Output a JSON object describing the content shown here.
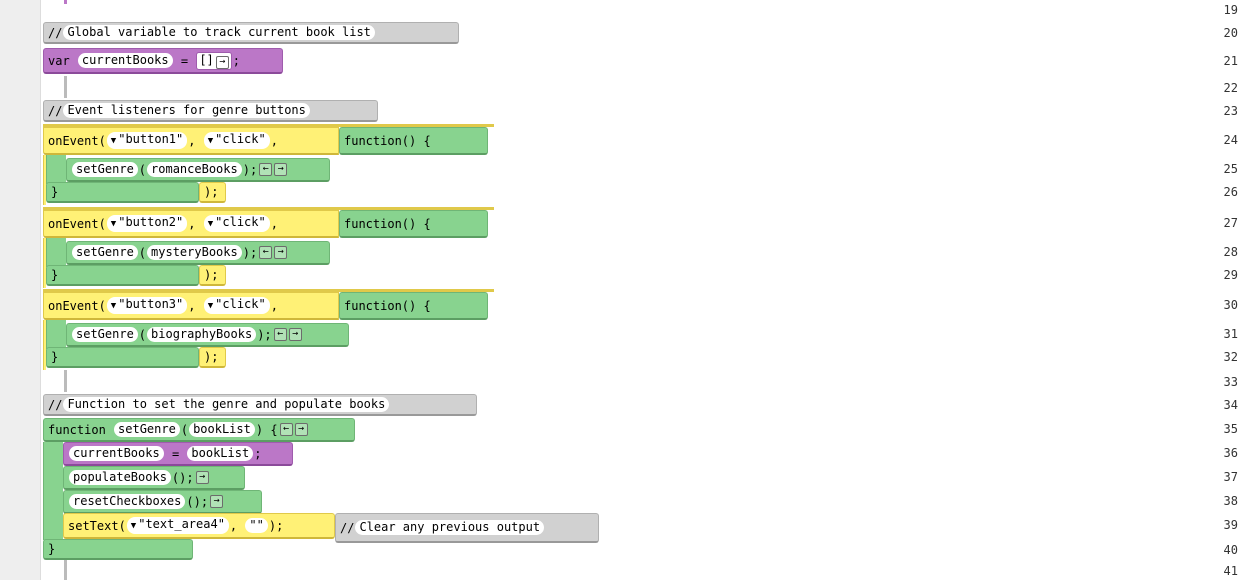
{
  "line_numbers": [
    "19",
    "20",
    "21",
    "22",
    "23",
    "24",
    "25",
    "26",
    "27",
    "28",
    "29",
    "30",
    "31",
    "32",
    "33",
    "34",
    "35",
    "36",
    "37",
    "38",
    "39",
    "40",
    "41"
  ],
  "code": {
    "comment_global": {
      "slash": "//",
      "text": "Global variable to track current book list"
    },
    "var_decl": {
      "keyword": "var",
      "name": "currentBooks",
      "eq": "=",
      "value": "[]",
      "semi": ";"
    },
    "comment_events": {
      "slash": "//",
      "text": "Event listeners for genre buttons"
    },
    "events": [
      {
        "fn": "onEvent(",
        "id": "\"button1\"",
        "comma1": ",",
        "evt": "\"click\"",
        "comma2": ",",
        "func": "function() {",
        "call": "setGenre",
        "arg": "romanceBooks",
        "close_brace": "}",
        "close_paren": ");"
      },
      {
        "fn": "onEvent(",
        "id": "\"button2\"",
        "comma1": ",",
        "evt": "\"click\"",
        "comma2": ",",
        "func": "function() {",
        "call": "setGenre",
        "arg": "mysteryBooks",
        "close_brace": "}",
        "close_paren": ");"
      },
      {
        "fn": "onEvent(",
        "id": "\"button3\"",
        "comma1": ",",
        "evt": "\"click\"",
        "comma2": ",",
        "func": "function() {",
        "call": "setGenre",
        "arg": "biographyBooks",
        "close_brace": "}",
        "close_paren": ");"
      }
    ],
    "comment_function": {
      "slash": "//",
      "text": "Function to set the genre and populate books"
    },
    "func_def": {
      "keyword": "function",
      "name": "setGenre",
      "param": "bookList",
      "open": "{",
      "close": "}"
    },
    "assign": {
      "left": "currentBooks",
      "eq": "=",
      "right": "bookList",
      "semi": ";"
    },
    "populate_call": {
      "name": "populateBooks",
      "args": "();"
    },
    "reset_call": {
      "name": "resetCheckboxes",
      "args": "();"
    },
    "settext_call": {
      "fn": "setText(",
      "id": "\"text_area4\"",
      "comma": ",",
      "val": "\"\"",
      "end": ");"
    },
    "comment_clear": {
      "slash": "//",
      "text": "Clear any previous output"
    },
    "arrows": {
      "left": "←",
      "right": "→"
    }
  },
  "colors": {
    "variables": "#bb77c7",
    "ui_controls": "#fff176",
    "functions": "#88d38f",
    "comments": "#d1d1d1"
  }
}
